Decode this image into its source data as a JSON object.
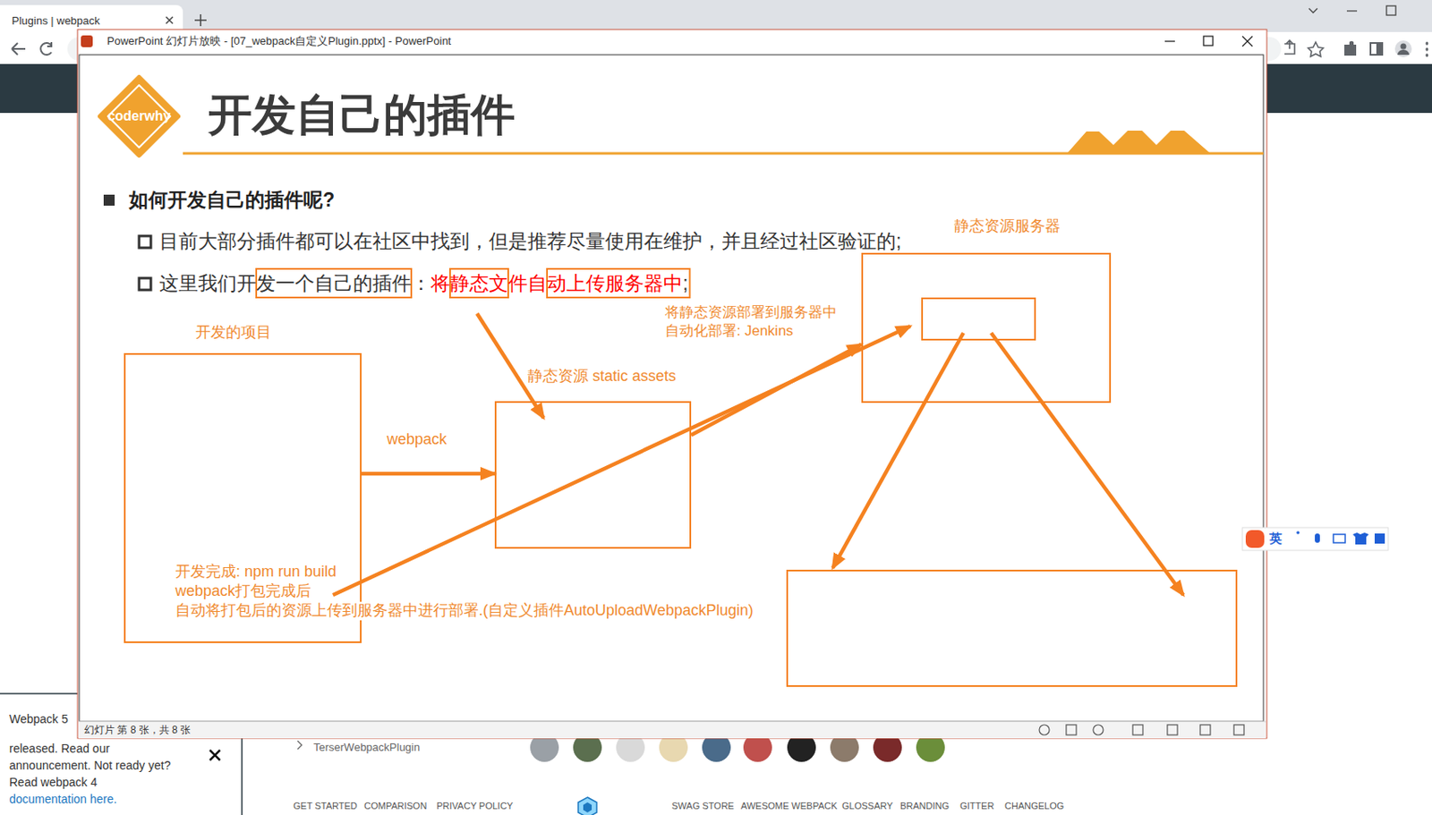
{
  "diagram": {
    "title": "开发自己的插件",
    "nodes": [
      {
        "text": [
          "开发的项目"
        ]
      },
      {
        "text": [
          "静态资源 static assets"
        ]
      },
      {
        "text": [
          "静态资源服务器"
        ]
      }
    ],
    "edges": [
      {
        "from": 0,
        "to": 1,
        "arrow": "to",
        "label": "webpack"
      },
      {
        "from": 1,
        "to": 2,
        "arrow": "to"
      }
    ],
    "labels": [
      "Plugins | webpack",
      "PowerPoint 幻灯片放映 - [07_webpack自定义Plugin.pptx] - PowerPoint",
      "coderwhy",
      "如何开发自己的插件呢?",
      "目前大部分插件都可以在社区中找到，但是推荐尽量使用在维护，并且经过社区验证的;",
      "这里我们开发一个自己的插件：",
      "将静态文件自动上传服务器中",
      ";",
      "将静态资源部署到服务器中",
      "自动化部署: Jenkins",
      "开发完成: npm run build",
      "webpack打包完成后",
      "自动将打包后的资源上传到服务器中进行部署.(自定义插件AutoUploadWebpackPlugin)",
      "幻灯片 第 8 张，共 8 张",
      "英",
      "Webpack 5",
      "released. Read our",
      "announcement. Not ready yet?",
      "Read webpack 4",
      "documentation here.",
      "TerserWebpackPlugin",
      "GET STARTED",
      "COMPARISON",
      "PRIVACY POLICY",
      "SWAG STORE",
      "AWESOME WEBPACK",
      "GLOSSARY",
      "BRANDING",
      "GITTER",
      "CHANGELOG"
    ]
  }
}
